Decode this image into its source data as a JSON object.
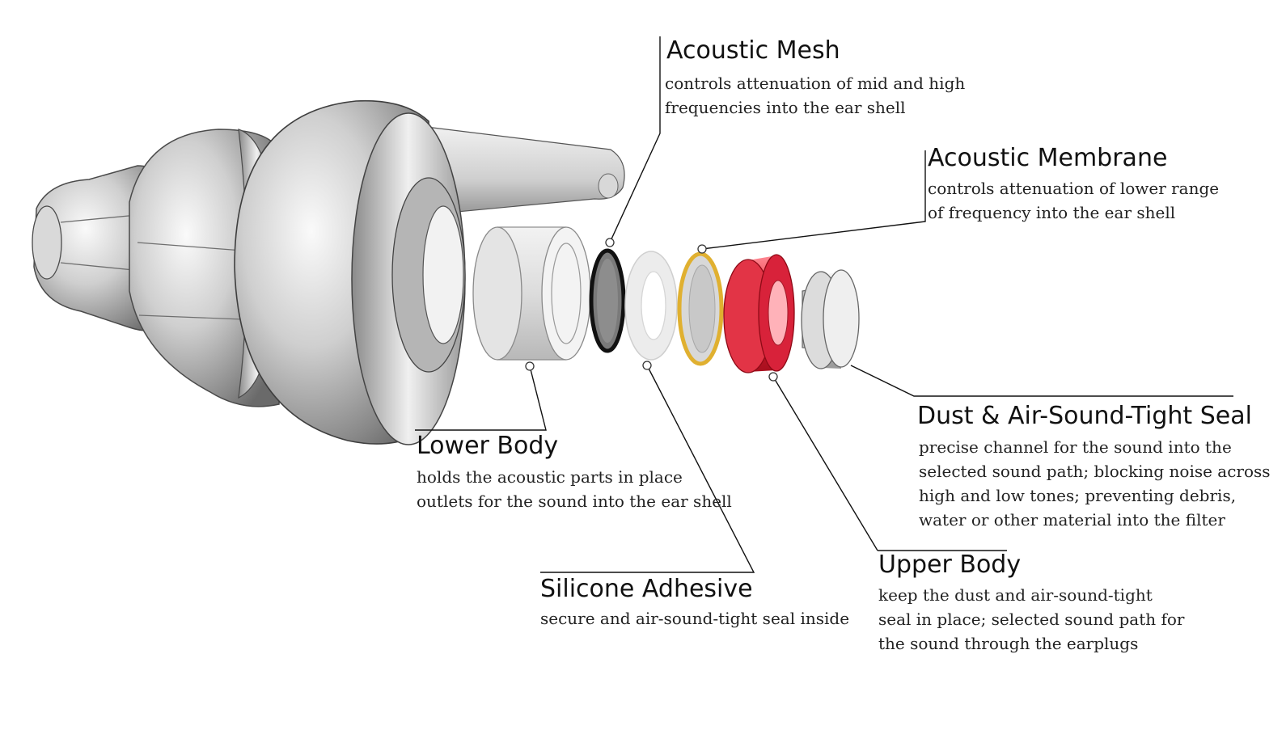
{
  "callouts": {
    "acoustic_mesh": {
      "title": "Acoustic Mesh",
      "desc": [
        "controls attenuation of mid and high",
        "frequencies into the ear shell"
      ]
    },
    "acoustic_membrane": {
      "title": "Acoustic Membrane",
      "desc": [
        "controls attenuation of lower range",
        "of frequency into the ear shell"
      ]
    },
    "dust_seal": {
      "title": "Dust & Air-Sound-Tight Seal",
      "desc": [
        "precise channel for the sound into the",
        "selected sound path; blocking noise across",
        "high and low tones; preventing debris,",
        "water or other material into the filter"
      ]
    },
    "lower_body": {
      "title": "Lower Body",
      "desc": [
        "holds the acoustic parts in place",
        "outlets for the sound into the ear shell"
      ]
    },
    "silicone_adhesive": {
      "title": "Silicone Adhesive",
      "desc": [
        "secure and air-sound-tight seal inside"
      ]
    },
    "upper_body": {
      "title": "Upper Body",
      "desc": [
        "keep the dust and air-sound-tight",
        "seal in place; selected sound path for",
        "the sound through the earplugs"
      ]
    }
  },
  "colors": {
    "upper_body": "#e8283a",
    "membrane_rim": "#e0b030",
    "mesh_ring": "#111111",
    "body_gray": "#bdbdbd"
  }
}
